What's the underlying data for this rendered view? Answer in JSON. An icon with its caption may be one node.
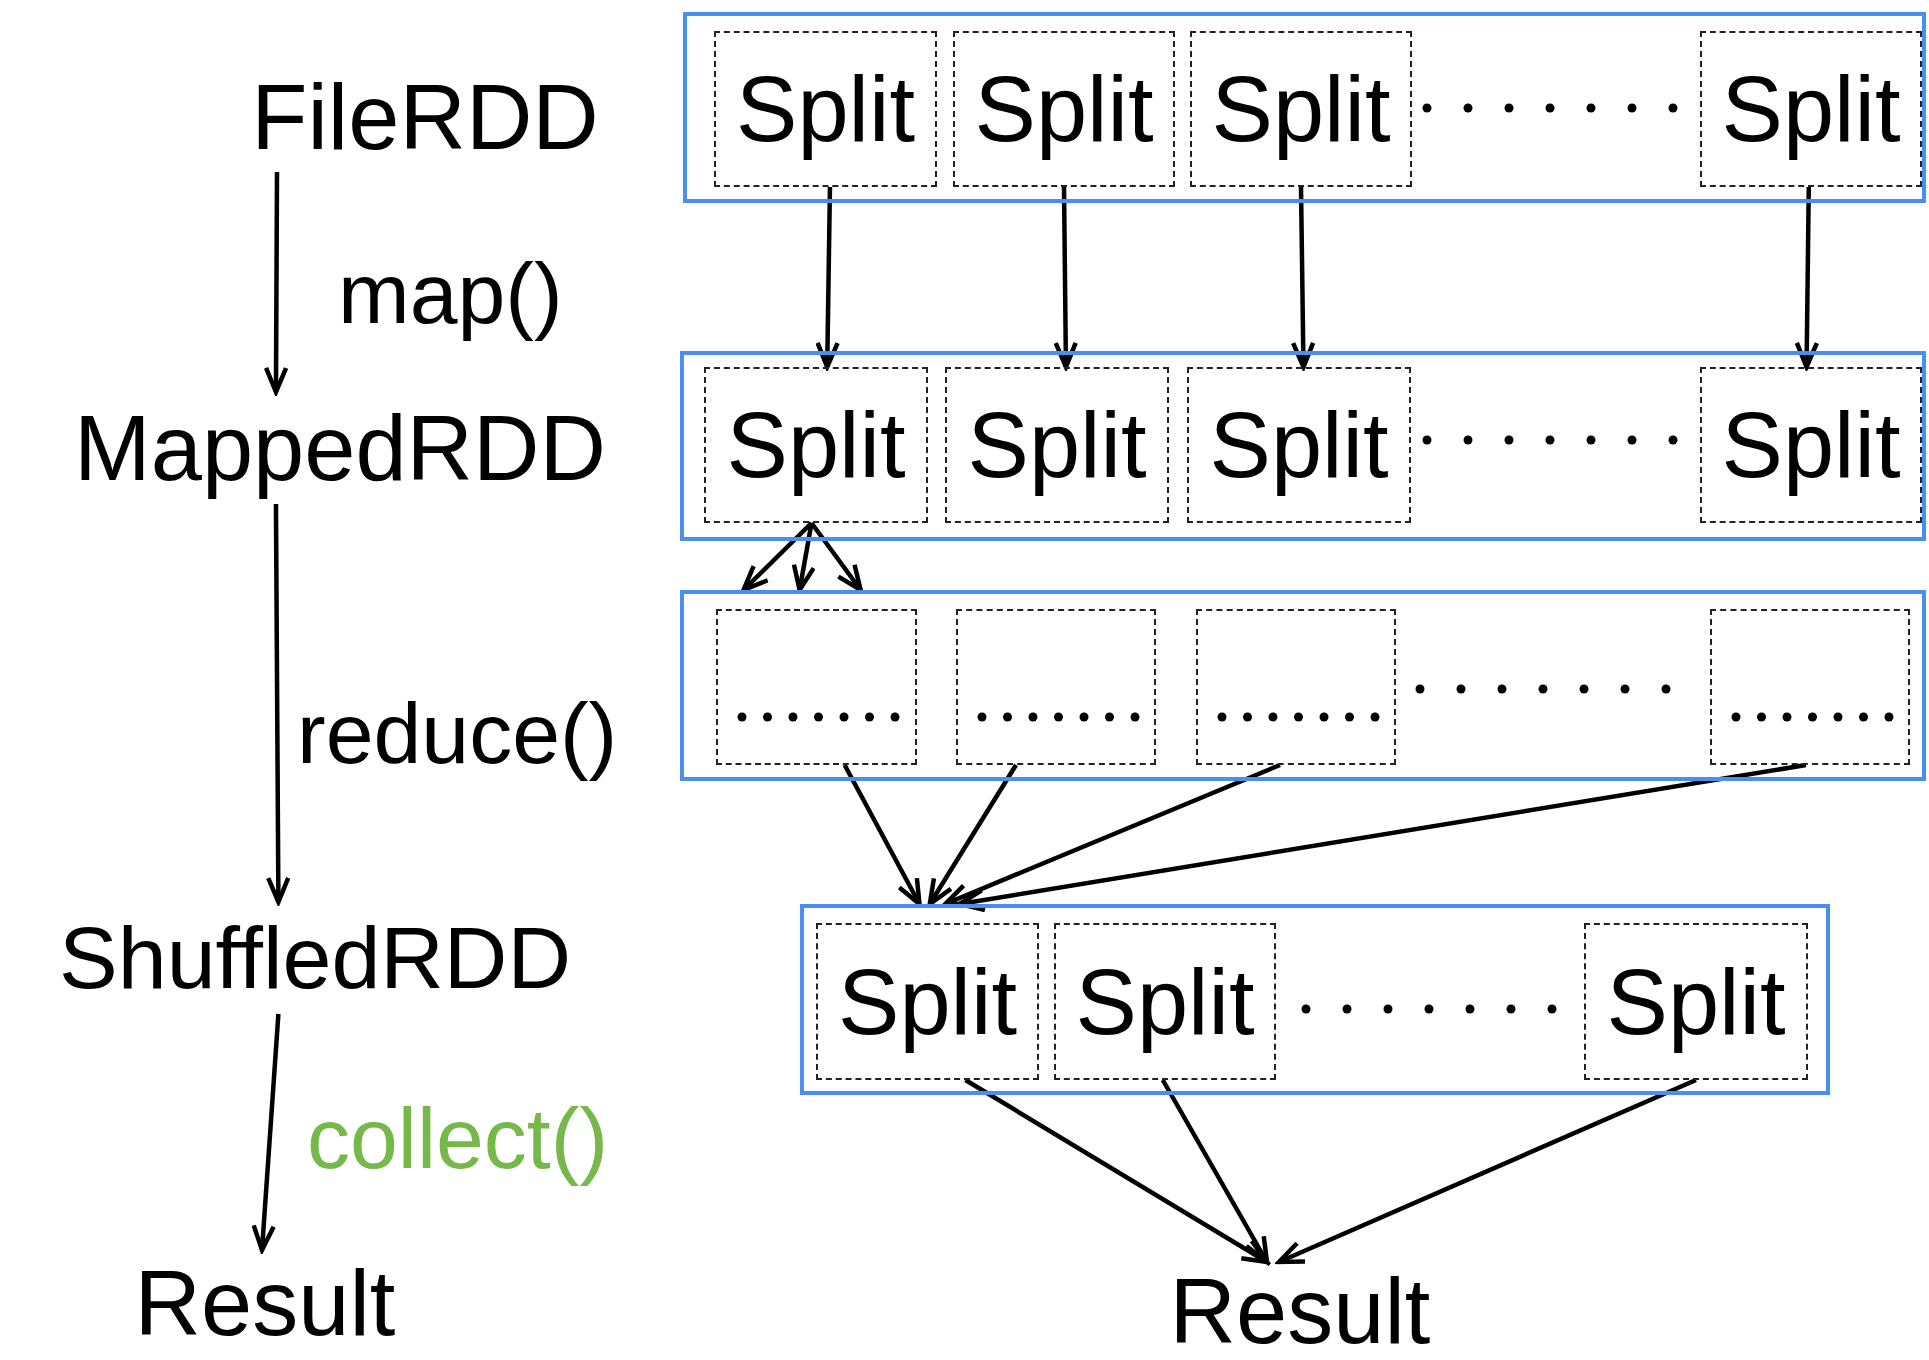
{
  "diagram": {
    "nodes": [
      {
        "text": [
          "FileRDD"
        ]
      },
      {
        "text": [
          "MappedRDD"
        ]
      },
      {
        "text": [
          "ShuffledRDD"
        ]
      },
      {
        "text": [
          "Result"
        ]
      },
      {
        "text": [],
        "shape": "box"
      },
      {
        "text": [
          "Split"
        ],
        "in": 4
      },
      {
        "text": [
          "Split"
        ],
        "in": 4
      },
      {
        "text": [
          "Split"
        ],
        "in": 4
      },
      {
        "text": [
          "Split"
        ],
        "in": 4
      },
      {
        "text": [],
        "shape": "box"
      },
      {
        "text": [
          "Split"
        ],
        "in": 9
      },
      {
        "text": [
          "Split"
        ],
        "in": 9
      },
      {
        "text": [
          "Split"
        ],
        "in": 9
      },
      {
        "text": [
          "Split"
        ],
        "in": 9
      },
      {
        "text": [],
        "shape": "box"
      },
      {
        "text": [],
        "shape": "box",
        "in": 14
      },
      {
        "text": [],
        "shape": "box",
        "in": 14
      },
      {
        "text": [],
        "shape": "box",
        "in": 14
      },
      {
        "text": [],
        "shape": "box",
        "in": 14
      },
      {
        "text": [],
        "shape": "box"
      },
      {
        "text": [
          "Split"
        ],
        "in": 19
      },
      {
        "text": [
          "Split"
        ],
        "in": 19
      },
      {
        "text": [
          "Split"
        ],
        "in": 19
      },
      {
        "text": [
          "Result"
        ]
      }
    ],
    "edges": [
      {
        "from": 0,
        "to": 1,
        "arrow": "to",
        "label": "map()"
      },
      {
        "from": 1,
        "to": 2,
        "arrow": "to",
        "label": "reduce()"
      },
      {
        "from": 2,
        "to": 3,
        "arrow": "to",
        "label": "collect()"
      },
      {
        "from": 5,
        "to": 10,
        "arrow": "to"
      },
      {
        "from": 6,
        "to": 11,
        "arrow": "to"
      },
      {
        "from": 7,
        "to": 12,
        "arrow": "to"
      },
      {
        "from": 8,
        "to": 13,
        "arrow": "to"
      },
      {
        "from": 10,
        "to": 14,
        "arrow": "to"
      },
      {
        "from": 10,
        "to": 14,
        "arrow": "to"
      },
      {
        "from": 10,
        "to": 14,
        "arrow": "to"
      },
      {
        "from": 15,
        "to": 19,
        "arrow": "to"
      },
      {
        "from": 16,
        "to": 19,
        "arrow": "to"
      },
      {
        "from": 17,
        "to": 19,
        "arrow": "to"
      },
      {
        "from": 18,
        "to": 19,
        "arrow": "to"
      },
      {
        "from": 20,
        "to": 23,
        "arrow": "to"
      },
      {
        "from": 21,
        "to": 23,
        "arrow": "to"
      },
      {
        "from": 22,
        "to": 23,
        "arrow": "to"
      }
    ]
  }
}
